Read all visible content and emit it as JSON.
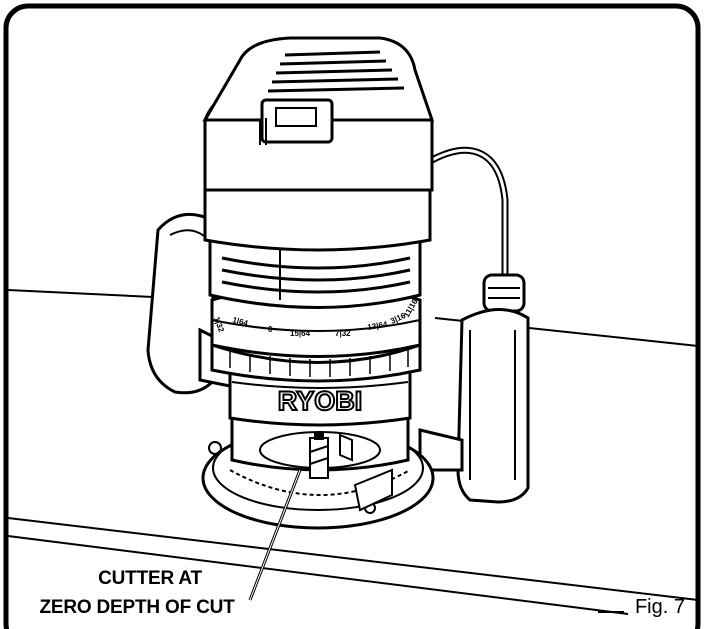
{
  "figure": {
    "callout_line1": "CUTTER AT",
    "callout_line2": "ZERO DEPTH OF CUT",
    "fig_label": "Fig. 7",
    "brand": "RYOBI",
    "depth_scale": [
      "1|32",
      "1|64",
      "0",
      "15|64",
      "7|32",
      "13|64",
      "3|16",
      "11|16"
    ]
  }
}
